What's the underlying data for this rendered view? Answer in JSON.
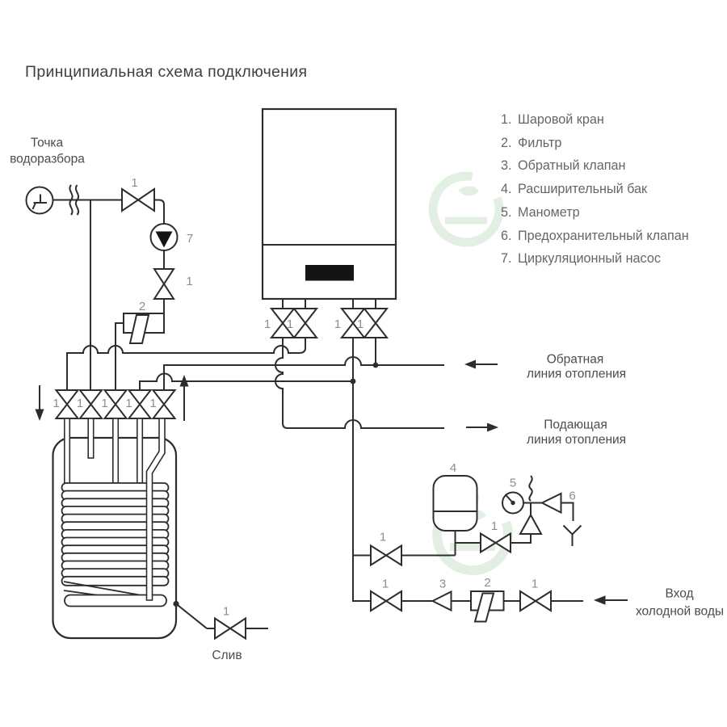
{
  "title": "Принципиальная схема подключения",
  "legend": {
    "items": [
      {
        "num": "1.",
        "label": "Шаровой кран"
      },
      {
        "num": "2.",
        "label": "Фильтр"
      },
      {
        "num": "3.",
        "label": "Обратный клапан"
      },
      {
        "num": "4.",
        "label": "Расширительный бак"
      },
      {
        "num": "5.",
        "label": "Манометр"
      },
      {
        "num": "6.",
        "label": "Предохранительный клапан"
      },
      {
        "num": "7.",
        "label": "Циркуляционный насос"
      }
    ]
  },
  "labels": {
    "draw_point_line1": "Точка",
    "draw_point_line2": "водоразбора",
    "return_line1": "Обратная",
    "return_line2": "линия отопления",
    "supply_line1": "Подающая",
    "supply_line2": "линия отопления",
    "cold_inlet_line1": "Вход",
    "cold_inlet_line2": "холодной воды",
    "drain": "Слив"
  },
  "component_numbers": {
    "ball_valve": "1",
    "filter": "2",
    "check_valve": "3",
    "expansion_tank": "4",
    "manometer": "5",
    "safety_valve": "6",
    "circulation_pump": "7"
  },
  "colors": {
    "line": "#2d2d2d",
    "number_label": "#8d8d8d",
    "text_label": "#4c4c4c",
    "watermark": "#9fc99f"
  }
}
